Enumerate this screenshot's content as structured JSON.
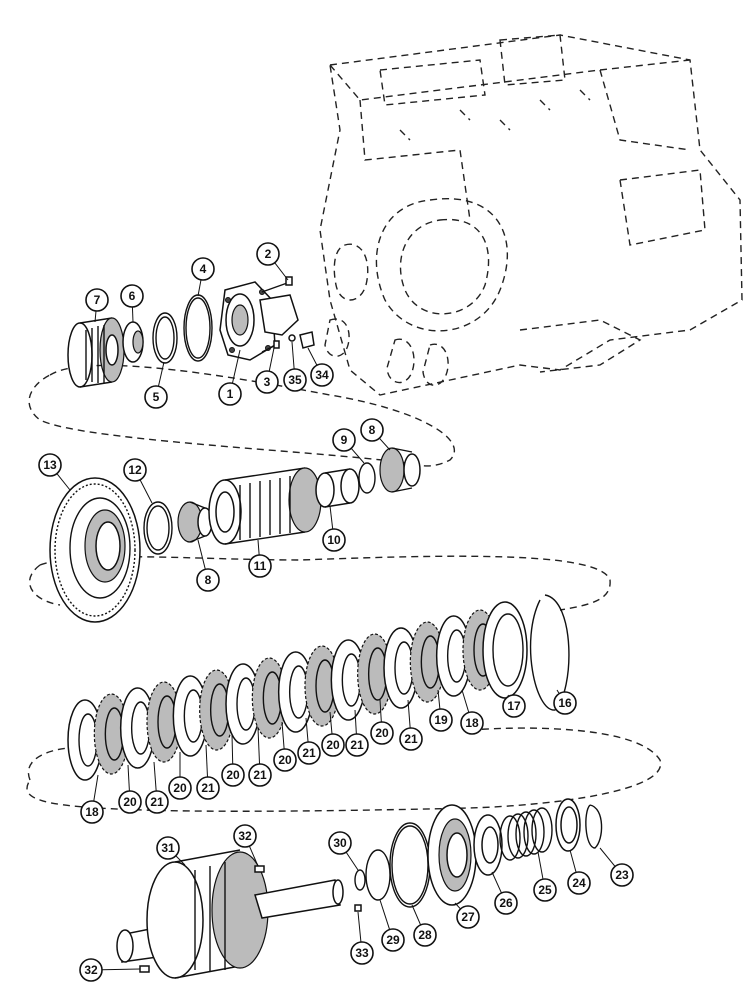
{
  "callouts": [
    {
      "id": "c1",
      "label": "1"
    },
    {
      "id": "c2",
      "label": "2"
    },
    {
      "id": "c3",
      "label": "3"
    },
    {
      "id": "c4",
      "label": "4"
    },
    {
      "id": "c5",
      "label": "5"
    },
    {
      "id": "c6",
      "label": "6"
    },
    {
      "id": "c7",
      "label": "7"
    },
    {
      "id": "c8a",
      "label": "8"
    },
    {
      "id": "c8b",
      "label": "8"
    },
    {
      "id": "c9",
      "label": "9"
    },
    {
      "id": "c10",
      "label": "10"
    },
    {
      "id": "c11",
      "label": "11"
    },
    {
      "id": "c12",
      "label": "12"
    },
    {
      "id": "c13",
      "label": "13"
    },
    {
      "id": "c16",
      "label": "16"
    },
    {
      "id": "c17",
      "label": "17"
    },
    {
      "id": "c18a",
      "label": "18"
    },
    {
      "id": "c19",
      "label": "19"
    },
    {
      "id": "c21a",
      "label": "21"
    },
    {
      "id": "c20a",
      "label": "20"
    },
    {
      "id": "c21b",
      "label": "21"
    },
    {
      "id": "c20b",
      "label": "20"
    },
    {
      "id": "c21c",
      "label": "21"
    },
    {
      "id": "c20c",
      "label": "20"
    },
    {
      "id": "c21d",
      "label": "21"
    },
    {
      "id": "c20d",
      "label": "20"
    },
    {
      "id": "c21e",
      "label": "21"
    },
    {
      "id": "c20e",
      "label": "20"
    },
    {
      "id": "c21f",
      "label": "21"
    },
    {
      "id": "c20f",
      "label": "20"
    },
    {
      "id": "c18b",
      "label": "18"
    },
    {
      "id": "c23",
      "label": "23"
    },
    {
      "id": "c24",
      "label": "24"
    },
    {
      "id": "c25",
      "label": "25"
    },
    {
      "id": "c26",
      "label": "26"
    },
    {
      "id": "c27",
      "label": "27"
    },
    {
      "id": "c28",
      "label": "28"
    },
    {
      "id": "c29",
      "label": "29"
    },
    {
      "id": "c30",
      "label": "30"
    },
    {
      "id": "c31",
      "label": "31"
    },
    {
      "id": "c32a",
      "label": "32"
    },
    {
      "id": "c32b",
      "label": "32"
    },
    {
      "id": "c33",
      "label": "33"
    },
    {
      "id": "c34",
      "label": "34"
    },
    {
      "id": "c35",
      "label": "35"
    }
  ]
}
